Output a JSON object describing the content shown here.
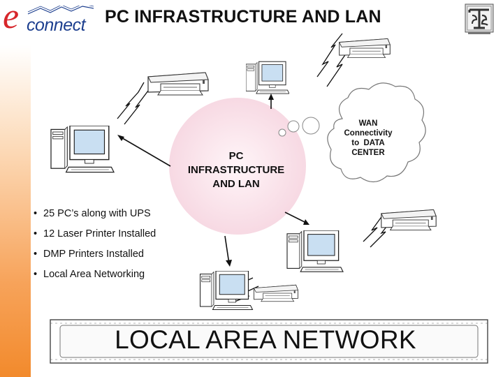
{
  "logo": {
    "letter": "e",
    "text": "connect"
  },
  "title": "PC INFRASTRUCTURE AND LAN",
  "center": {
    "line1": "PC",
    "line2": "INFRASTRUCTURE",
    "line3": "AND LAN"
  },
  "wan": {
    "line1": "WAN",
    "line2": "Connectivity",
    "line3": "to  DATA",
    "line4": "CENTER"
  },
  "bullets": [
    "25 PC’s along with UPS",
    "12 Laser Printer Installed",
    "DMP Printers Installed",
    "Local Area Networking"
  ],
  "bullet_char": "•",
  "banner": "LOCAL AREA NETWORK",
  "colors": {
    "sidebar": "#f28a2c",
    "center_circle": "#fce4ec",
    "logo_e": "#d7262b",
    "logo_text": "#1d3f8f",
    "monitor_screen": "#c9dff2"
  }
}
